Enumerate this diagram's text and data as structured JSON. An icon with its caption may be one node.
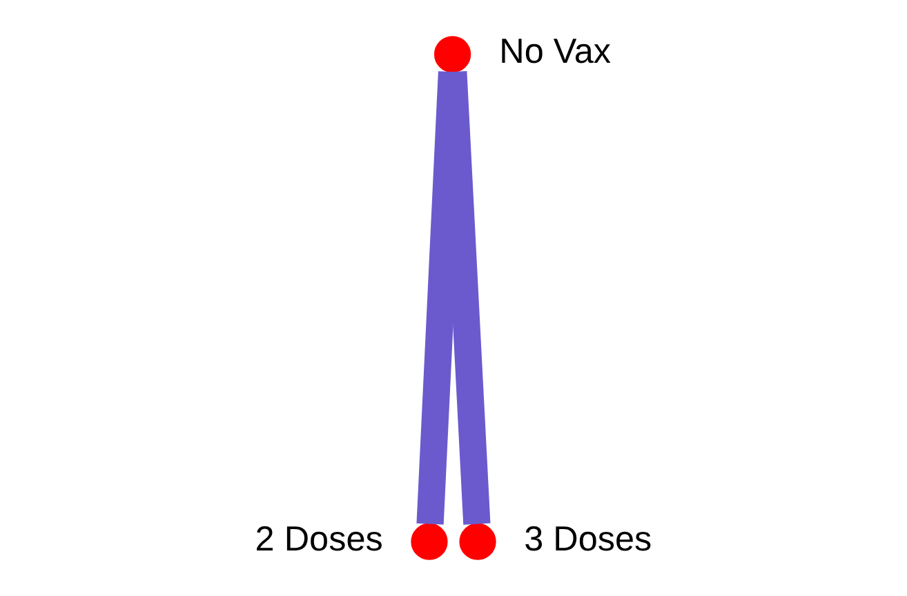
{
  "diagram": {
    "nodes": [
      {
        "text": [],
        "shape": "circle",
        "beside": [
          "No Vax"
        ]
      },
      {
        "text": [],
        "shape": "circle",
        "beside": [
          "2 Doses"
        ]
      },
      {
        "text": [],
        "shape": "circle",
        "beside": [
          "3 Doses"
        ]
      }
    ],
    "edges": [
      {
        "from": 0,
        "to": 1,
        "arrow": "none"
      },
      {
        "from": 0,
        "to": 2,
        "arrow": "none"
      }
    ]
  }
}
